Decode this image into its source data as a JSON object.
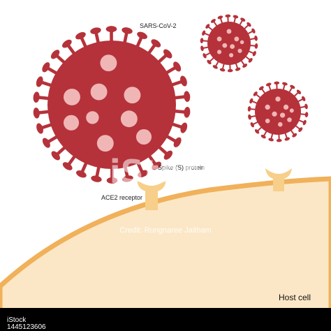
{
  "labels": {
    "virus": "SARS-CoV-2",
    "spike": "Spike (S) protein",
    "ace2": "ACE2 receptor",
    "host": "Host cell"
  },
  "watermark": {
    "brand": "iStock",
    "credit": "Credit: Rungnaree Jaitham"
  },
  "footer": {
    "brand": "iStock",
    "id": "1445123606"
  },
  "colors": {
    "virus": "#b5323a",
    "virus_spot": "#f0b6b6",
    "cell_fill": "#fbe7c6",
    "membrane": "#f0b15a",
    "receptor": "#f7cf8a",
    "footer_bar": "#000000"
  }
}
